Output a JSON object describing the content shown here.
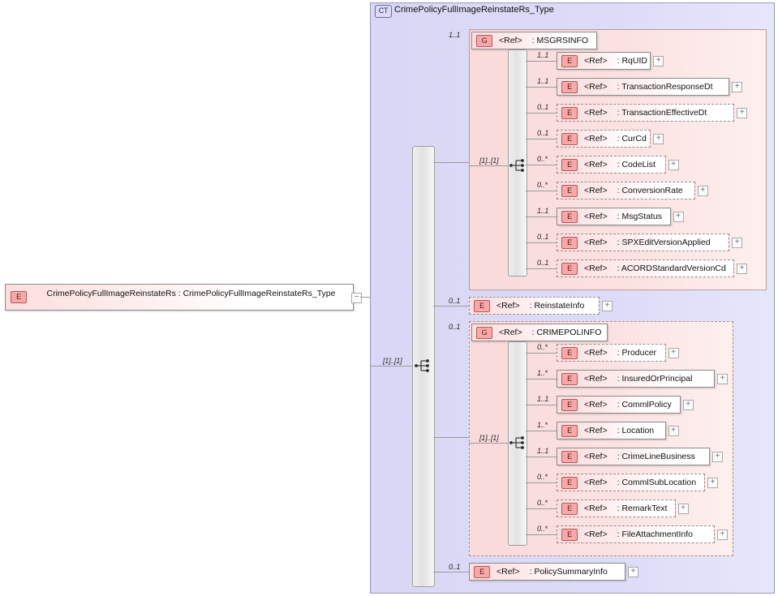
{
  "diagram": {
    "kind": "xsd-schema-tree",
    "root_element": {
      "badge": "E",
      "label": "CrimePolicyFullImageReinstateRs : CrimePolicyFullImageReinstateRs_Type",
      "expander": "−"
    },
    "complex_type": {
      "badge": "CT",
      "title": "CrimePolicyFullImageReinstateRs_Type",
      "sequence_cardinality": "[1]..[1]"
    },
    "groups": {
      "msgrsinfo": {
        "badge": "G",
        "ref": "<Ref>",
        "name": ": MSGRSINFO",
        "cardinality": "1..1",
        "sequence_cardinality": "[1]..[1]",
        "children": [
          {
            "badge": "E",
            "ref": "<Ref>",
            "name": ": RqUID",
            "cardinality": "1..1",
            "optional": false,
            "expander": "+"
          },
          {
            "badge": "E",
            "ref": "<Ref>",
            "name": ": TransactionResponseDt",
            "cardinality": "1..1",
            "optional": false,
            "expander": "+"
          },
          {
            "badge": "E",
            "ref": "<Ref>",
            "name": ": TransactionEffectiveDt",
            "cardinality": "0..1",
            "optional": true,
            "expander": "+"
          },
          {
            "badge": "E",
            "ref": "<Ref>",
            "name": ": CurCd",
            "cardinality": "0..1",
            "optional": true,
            "expander": "+"
          },
          {
            "badge": "E",
            "ref": "<Ref>",
            "name": ": CodeList",
            "cardinality": "0..*",
            "optional": true,
            "expander": "+"
          },
          {
            "badge": "E",
            "ref": "<Ref>",
            "name": ": ConversionRate",
            "cardinality": "0..*",
            "optional": true,
            "expander": "+"
          },
          {
            "badge": "E",
            "ref": "<Ref>",
            "name": ": MsgStatus",
            "cardinality": "1..1",
            "optional": false,
            "expander": "+"
          },
          {
            "badge": "E",
            "ref": "<Ref>",
            "name": ": SPXEditVersionApplied",
            "cardinality": "0..1",
            "optional": true,
            "expander": "+"
          },
          {
            "badge": "E",
            "ref": "<Ref>",
            "name": ": ACORDStandardVersionCd",
            "cardinality": "0..1",
            "optional": true,
            "expander": "+"
          }
        ]
      },
      "crimepolinfo": {
        "badge": "G",
        "ref": "<Ref>",
        "name": ": CRIMEPOLINFO",
        "cardinality": "0..1",
        "sequence_cardinality": "[1]..[1]",
        "children": [
          {
            "badge": "E",
            "ref": "<Ref>",
            "name": ": Producer",
            "cardinality": "0..*",
            "optional": true,
            "expander": "+"
          },
          {
            "badge": "E",
            "ref": "<Ref>",
            "name": ": InsuredOrPrincipal",
            "cardinality": "1..*",
            "optional": false,
            "expander": "+"
          },
          {
            "badge": "E",
            "ref": "<Ref>",
            "name": ": CommlPolicy",
            "cardinality": "1..1",
            "optional": false,
            "expander": "+"
          },
          {
            "badge": "E",
            "ref": "<Ref>",
            "name": ": Location",
            "cardinality": "1..*",
            "optional": false,
            "expander": "+"
          },
          {
            "badge": "E",
            "ref": "<Ref>",
            "name": ": CrimeLineBusiness",
            "cardinality": "1..1",
            "optional": false,
            "expander": "+"
          },
          {
            "badge": "E",
            "ref": "<Ref>",
            "name": ": CommlSubLocation",
            "cardinality": "0..*",
            "optional": true,
            "expander": "+"
          },
          {
            "badge": "E",
            "ref": "<Ref>",
            "name": ": RemarkText",
            "cardinality": "0..*",
            "optional": true,
            "expander": "+"
          },
          {
            "badge": "E",
            "ref": "<Ref>",
            "name": ": FileAttachmentInfo",
            "cardinality": "0..*",
            "optional": true,
            "expander": "+"
          }
        ]
      }
    },
    "top_level_elements": [
      {
        "badge": "E",
        "ref": "<Ref>",
        "name": ": ReinstateInfo",
        "cardinality": "0..1",
        "optional": true,
        "expander": "+"
      },
      {
        "badge": "E",
        "ref": "<Ref>",
        "name": ": PolicySummaryInfo",
        "cardinality": "0..1",
        "optional": true,
        "expander": "+"
      }
    ],
    "colors": {
      "element_badge_fill": "#f7a9a9",
      "element_badge_border": "#b05a5a",
      "group_fill": "#fadadb",
      "complextype_fill": "#dcdcf8",
      "connector": "#9b9b9b"
    }
  }
}
